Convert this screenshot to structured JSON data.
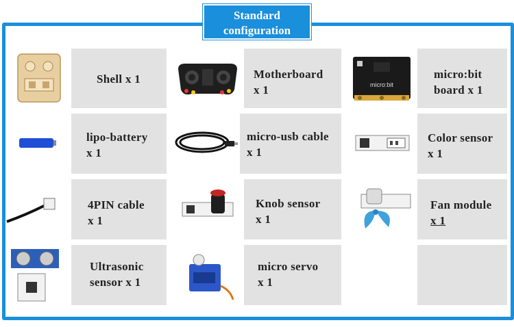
{
  "title": {
    "line1": "Standard",
    "line2": "configuration"
  },
  "colors": {
    "frame": "#1a8fdc",
    "cell": "#e2e2e2"
  },
  "items": [
    {
      "icon": "shell-icon",
      "line1": "Shell x 1",
      "line2": ""
    },
    {
      "icon": "motherboard-icon",
      "line1": "Motherboard",
      "line2": "x 1"
    },
    {
      "icon": "microbit-board-icon",
      "line1": "micro:bit",
      "line2": "board x 1"
    },
    {
      "icon": "lipo-battery-icon",
      "line1": "lipo-battery",
      "line2": "x 1"
    },
    {
      "icon": "micro-usb-cable-icon",
      "line1": "micro-usb cable",
      "line2": "x 1"
    },
    {
      "icon": "color-sensor-icon",
      "line1": "Color sensor",
      "line2": "x 1"
    },
    {
      "icon": "4pin-cable-icon",
      "line1": "4PIN cable",
      "line2": "x 1"
    },
    {
      "icon": "knob-sensor-icon",
      "line1": "Knob sensor",
      "line2": "x 1"
    },
    {
      "icon": "fan-module-icon",
      "line1": "Fan module",
      "line2": "x 1"
    },
    {
      "icon": "ultrasonic-sensor-icon",
      "line1": "Ultrasonic",
      "line2": "sensor x 1"
    },
    {
      "icon": "micro-servo-icon",
      "line1": "micro servo",
      "line2": "x 1"
    }
  ]
}
